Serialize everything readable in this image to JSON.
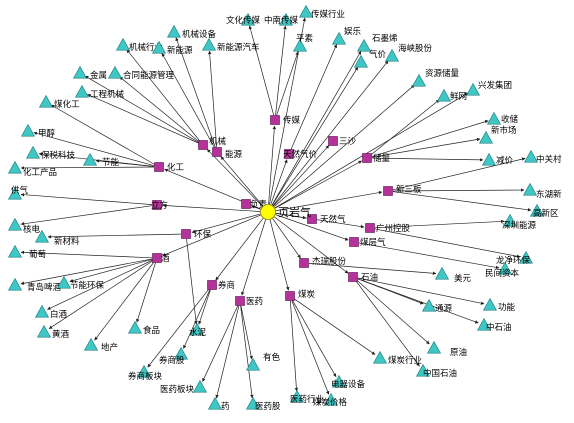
{
  "colors": {
    "hub": "#ffff00",
    "hub_stroke": "#8a7a00",
    "topic": "#b4329a",
    "topic_stroke": "#5a0f4d",
    "leaf": "#3fc7c5",
    "leaf_stroke": "#177a79",
    "edge": "#222222"
  },
  "center": {
    "id": "hub",
    "label": "页岩气"
  },
  "topics": [
    {
      "id": "t-chuanmei",
      "label": "传媒"
    },
    {
      "id": "t-tianranqi",
      "label": "天然气价"
    },
    {
      "id": "t-sansha",
      "label": "三沙"
    },
    {
      "id": "t-chuneng",
      "label": "储量"
    },
    {
      "id": "t-xinsanban",
      "label": "新三板"
    },
    {
      "id": "t-tianranqi2",
      "label": "天然气"
    },
    {
      "id": "t-guangzhou",
      "label": "广州控股"
    },
    {
      "id": "t-meicengqi",
      "label": "煤层气"
    },
    {
      "id": "t-jieneng",
      "label": "杰瑞股份"
    },
    {
      "id": "t-shiyou",
      "label": "石油"
    },
    {
      "id": "t-meitan",
      "label": "煤炭"
    },
    {
      "id": "t-yiyao",
      "label": "医药"
    },
    {
      "id": "t-quanshang",
      "label": "券商"
    },
    {
      "id": "t-jiu",
      "label": "酒"
    },
    {
      "id": "t-huanbao",
      "label": "环保"
    },
    {
      "id": "t-lifang",
      "label": "立方"
    },
    {
      "id": "t-huagong",
      "label": "化工"
    },
    {
      "id": "t-jixie",
      "label": "机械"
    },
    {
      "id": "t-nengyuan",
      "label": "能源"
    },
    {
      "id": "t-fupin",
      "label": "负责"
    }
  ],
  "leaves": [
    {
      "id": "l-chuanmeihy",
      "label": "传媒行业"
    },
    {
      "id": "l-wenhuacm",
      "label": "文化传媒"
    },
    {
      "id": "l-zhongnancm",
      "label": "中南传媒"
    },
    {
      "id": "l-yuanyuan",
      "label": "娱乐"
    },
    {
      "id": "l-shimoxi",
      "label": "石墨烯"
    },
    {
      "id": "l-pingsu",
      "label": "平素"
    },
    {
      "id": "l-qijia",
      "label": "气价"
    },
    {
      "id": "l-haixia",
      "label": "海峡股份"
    },
    {
      "id": "l-ziyuan",
      "label": "资源储量"
    },
    {
      "id": "l-xingfa",
      "label": "兴发集团"
    },
    {
      "id": "l-jiuxing",
      "label": "鲜网"
    },
    {
      "id": "l-shoudu",
      "label": "收储"
    },
    {
      "id": "l-xinshi",
      "label": "新市场"
    },
    {
      "id": "l-liangjia",
      "label": "减价"
    },
    {
      "id": "l-zhongguancun",
      "label": "中关村"
    },
    {
      "id": "l-donghuxin",
      "label": "东湖新"
    },
    {
      "id": "l-gaoxin",
      "label": "高新区"
    },
    {
      "id": "l-shenzhen",
      "label": "深圳能源"
    },
    {
      "id": "l-longjing",
      "label": "龙净环保"
    },
    {
      "id": "l-minjian",
      "label": "民间资本"
    },
    {
      "id": "l-meiyuan",
      "label": "美元"
    },
    {
      "id": "l-gongneng",
      "label": "功能"
    },
    {
      "id": "l-zhongshiyou",
      "label": "中石油"
    },
    {
      "id": "l-yuanyou",
      "label": "原油"
    },
    {
      "id": "l-zhongguoshihua",
      "label": "中国石油"
    },
    {
      "id": "l-meitanhy",
      "label": "煤炭行业"
    },
    {
      "id": "l-tongyuan",
      "label": "通源"
    },
    {
      "id": "l-dianqi",
      "label": "电器设备"
    },
    {
      "id": "l-meitanjg",
      "label": "煤炭价格"
    },
    {
      "id": "l-yiyaohy",
      "label": "医药行业"
    },
    {
      "id": "l-yiyaogu",
      "label": "医药股"
    },
    {
      "id": "l-yao",
      "label": "药"
    },
    {
      "id": "l-yiyaobk",
      "label": "医药板块"
    },
    {
      "id": "l-yiyaosu",
      "label": "有色"
    },
    {
      "id": "l-quanshangbk",
      "label": "券商板块"
    },
    {
      "id": "l-quanshanggu",
      "label": "券商股"
    },
    {
      "id": "l-shuini",
      "label": "水泥"
    },
    {
      "id": "l-shipin",
      "label": "食品"
    },
    {
      "id": "l-dichan",
      "label": "地产"
    },
    {
      "id": "l-baijiu",
      "label": "白酒"
    },
    {
      "id": "l-huangjiu",
      "label": "黄酒"
    },
    {
      "id": "l-qingdao",
      "label": "青岛啤酒"
    },
    {
      "id": "l-zuoneng",
      "label": "节能环保"
    },
    {
      "id": "l-putao",
      "label": "葡萄"
    },
    {
      "id": "l-xincailiao",
      "label": "新材料"
    },
    {
      "id": "l-duoliang",
      "label": "核电"
    },
    {
      "id": "l-gongqi",
      "label": "供气"
    },
    {
      "id": "l-huagongcp",
      "label": "化工产品"
    },
    {
      "id": "l-jiachun",
      "label": "甲醇"
    },
    {
      "id": "l-keji",
      "label": "保税科技"
    },
    {
      "id": "l-jieneng",
      "label": "节能"
    },
    {
      "id": "l-meihuagong",
      "label": "煤化工"
    },
    {
      "id": "l-gongchengjx",
      "label": "工程机械"
    },
    {
      "id": "l-jinshu",
      "label": "金属"
    },
    {
      "id": "l-hecheng",
      "label": "合同能源管理"
    },
    {
      "id": "l-jixiehy",
      "label": "机械行业"
    },
    {
      "id": "l-xinnengyuan",
      "label": "新能源"
    },
    {
      "id": "l-jixiesb",
      "label": "机械设备"
    },
    {
      "id": "l-xinnengyuanqc",
      "label": "新能源汽车"
    }
  ],
  "edges": [
    [
      "hub",
      "t-chuanmei"
    ],
    [
      "hub",
      "t-tianranqi"
    ],
    [
      "hub",
      "t-sansha"
    ],
    [
      "hub",
      "t-chuneng"
    ],
    [
      "hub",
      "t-xinsanban"
    ],
    [
      "hub",
      "t-tianranqi2"
    ],
    [
      "hub",
      "t-guangzhou"
    ],
    [
      "hub",
      "t-meicengqi"
    ],
    [
      "hub",
      "t-jieneng"
    ],
    [
      "hub",
      "t-shiyou"
    ],
    [
      "hub",
      "t-meitan"
    ],
    [
      "hub",
      "t-yiyao"
    ],
    [
      "hub",
      "t-quanshang"
    ],
    [
      "hub",
      "t-jiu"
    ],
    [
      "hub",
      "t-huanbao"
    ],
    [
      "hub",
      "t-lifang"
    ],
    [
      "hub",
      "t-huagong"
    ],
    [
      "hub",
      "t-jixie"
    ],
    [
      "hub",
      "t-nengyuan"
    ],
    [
      "hub",
      "t-fupin"
    ],
    [
      "hub",
      "l-chuanmeihy"
    ],
    [
      "hub",
      "l-shimoxi"
    ],
    [
      "hub",
      "l-qijia"
    ],
    [
      "hub",
      "l-haixia"
    ],
    [
      "hub",
      "l-ziyuan"
    ],
    [
      "hub",
      "l-xingfa"
    ],
    [
      "t-chuanmei",
      "l-wenhuacm"
    ],
    [
      "t-chuanmei",
      "l-zhongnancm"
    ],
    [
      "t-chuanmei",
      "l-pingsu"
    ],
    [
      "t-tianranqi",
      "l-yuanyuan"
    ],
    [
      "t-chuneng",
      "l-jiuxing"
    ],
    [
      "t-chuneng",
      "l-shoudu"
    ],
    [
      "t-chuneng",
      "l-xinshi"
    ],
    [
      "t-chuneng",
      "l-liangjia"
    ],
    [
      "t-xinsanban",
      "l-zhongguancun"
    ],
    [
      "t-xinsanban",
      "l-donghuxin"
    ],
    [
      "t-xinsanban",
      "l-gaoxin"
    ],
    [
      "t-guangzhou",
      "l-shenzhen"
    ],
    [
      "t-guangzhou",
      "l-longjing"
    ],
    [
      "t-meicengqi",
      "l-minjian"
    ],
    [
      "t-jieneng",
      "l-meiyuan"
    ],
    [
      "t-shiyou",
      "l-gongneng"
    ],
    [
      "t-shiyou",
      "l-zhongshiyou"
    ],
    [
      "t-shiyou",
      "l-yuanyou"
    ],
    [
      "t-shiyou",
      "l-zhongguoshihua"
    ],
    [
      "t-shiyou",
      "l-tongyuan"
    ],
    [
      "t-meitan",
      "l-meitanhy"
    ],
    [
      "t-meitan",
      "l-dianqi"
    ],
    [
      "t-meitan",
      "l-meitanjg"
    ],
    [
      "t-meitan",
      "l-yiyaohy"
    ],
    [
      "t-yiyao",
      "l-yiyaogu"
    ],
    [
      "t-yiyao",
      "l-yao"
    ],
    [
      "t-yiyao",
      "l-yiyaobk"
    ],
    [
      "t-yiyao",
      "l-yiyaosu"
    ],
    [
      "t-quanshang",
      "l-quanshangbk"
    ],
    [
      "t-quanshang",
      "l-quanshanggu"
    ],
    [
      "t-quanshang",
      "l-shuini"
    ],
    [
      "t-jiu",
      "l-shipin"
    ],
    [
      "t-jiu",
      "l-dichan"
    ],
    [
      "t-jiu",
      "l-baijiu"
    ],
    [
      "t-jiu",
      "l-huangjiu"
    ],
    [
      "t-jiu",
      "l-qingdao"
    ],
    [
      "t-jiu",
      "l-zuoneng"
    ],
    [
      "t-jiu",
      "l-putao"
    ],
    [
      "t-huanbao",
      "l-xincailiao"
    ],
    [
      "t-huanbao",
      "l-shuini"
    ],
    [
      "t-lifang",
      "l-duoliang"
    ],
    [
      "t-lifang",
      "l-gongqi"
    ],
    [
      "t-huagong",
      "l-huagongcp"
    ],
    [
      "t-huagong",
      "l-jiachun"
    ],
    [
      "t-huagong",
      "l-keji"
    ],
    [
      "t-huagong",
      "l-jieneng"
    ],
    [
      "t-huagong",
      "l-meihuagong"
    ],
    [
      "t-jixie",
      "l-gongchengjx"
    ],
    [
      "t-jixie",
      "l-jinshu"
    ],
    [
      "t-jixie",
      "l-hecheng"
    ],
    [
      "t-jixie",
      "l-jixiehy"
    ],
    [
      "t-nengyuan",
      "l-xinnengyuan"
    ],
    [
      "t-nengyuan",
      "l-jixiesb"
    ],
    [
      "t-nengyuan",
      "l-xinnengyuanqc"
    ]
  ]
}
